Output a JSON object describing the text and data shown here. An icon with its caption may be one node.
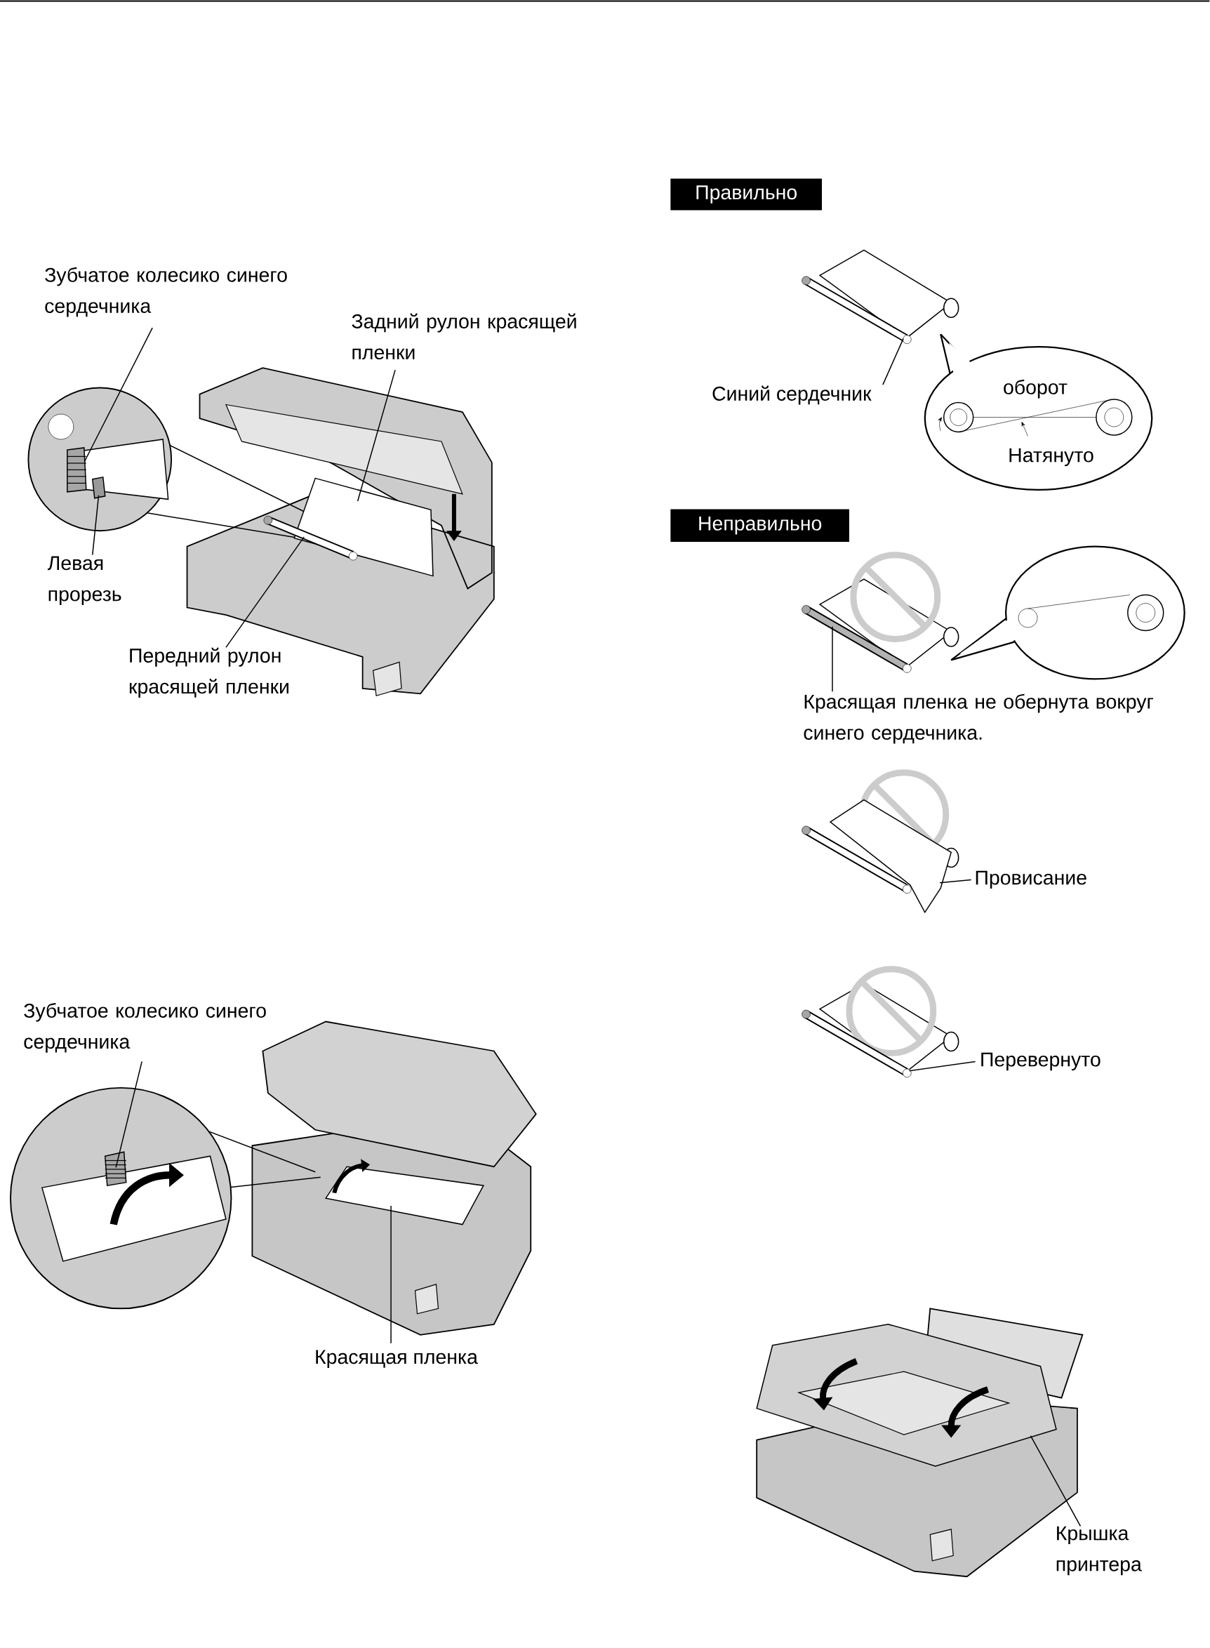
{
  "diagram": {
    "nodes": [
      {
        "text": [
          "Зубчатое колесико синего сердечника"
        ]
      },
      {
        "text": [
          "Задний рулон красящей пленки"
        ]
      },
      {
        "text": [
          "Левая прорезь"
        ]
      },
      {
        "text": [
          "Передний рулон красящей пленки"
        ]
      },
      {
        "text": [
          "Правильно"
        ]
      },
      {
        "text": [
          "Синий сердечник"
        ]
      },
      {
        "text": [
          "оборот",
          "Натянуто"
        ]
      },
      {
        "text": [
          "Неправильно"
        ]
      },
      {
        "text": [],
        "shape": "circle"
      },
      {
        "text": [
          "Красящая пленка не обернута вокруг синего сердечника."
        ]
      },
      {
        "text": [
          "Провисание"
        ]
      },
      {
        "text": [
          "Перевернуто"
        ]
      },
      {
        "text": [
          "Зубчатое колесико синего сердечника"
        ]
      },
      {
        "text": [
          "Красящая пленка"
        ]
      },
      {
        "text": [
          "Крышка принтера"
        ]
      },
      {
        "text": [],
        "shape": "picture"
      },
      {
        "text": [],
        "shape": "picture"
      },
      {
        "text": [],
        "shape": "box"
      },
      {
        "text": [],
        "shape": "cylinder"
      },
      {
        "text": [],
        "shape": "cylinder"
      },
      {
        "text": [],
        "shape": "cylinder"
      },
      {
        "text": [],
        "shape": "picture"
      },
      {
        "text": [],
        "shape": "cylinder"
      },
      {
        "text": [],
        "shape": "picture"
      },
      {
        "text": [],
        "shape": "picture"
      },
      {
        "text": [],
        "shape": "picture"
      }
    ],
    "edges": [
      {
        "from": 0,
        "to": 15,
        "arrow": "none"
      },
      {
        "from": 1,
        "to": 16,
        "arrow": "none"
      },
      {
        "from": 2,
        "to": 17,
        "arrow": "none"
      },
      {
        "from": 3,
        "to": 18,
        "arrow": "none"
      },
      {
        "from": 5,
        "to": 19,
        "arrow": "none"
      },
      {
        "from": 9,
        "to": 20,
        "arrow": "none"
      },
      {
        "from": 10,
        "to": 21,
        "arrow": "none"
      },
      {
        "from": 11,
        "to": 22,
        "arrow": "none"
      },
      {
        "from": 12,
        "to": 23,
        "arrow": "none"
      },
      {
        "from": 13,
        "to": 24,
        "arrow": "none"
      },
      {
        "from": 14,
        "to": 25,
        "arrow": "none"
      }
    ]
  }
}
